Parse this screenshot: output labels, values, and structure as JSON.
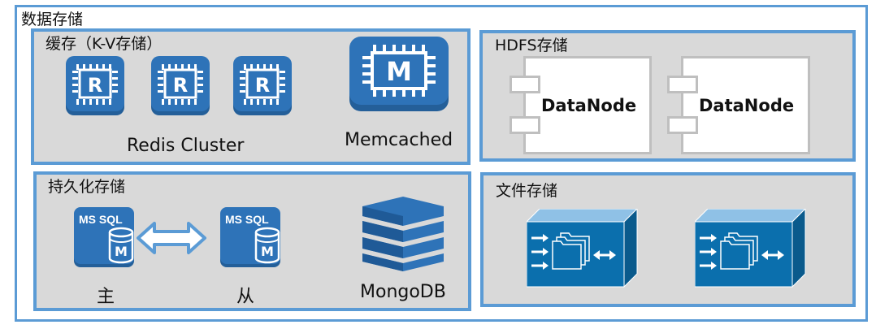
{
  "outer": {
    "title": "数据存储"
  },
  "cache": {
    "title": "缓存（K-V存储）",
    "redis_glyph": "R",
    "redis_label": "Redis Cluster",
    "memcached_glyph": "M",
    "memcached_label": "Memcached"
  },
  "hdfs": {
    "title": "HDFS存储",
    "nodes": [
      {
        "label": "DataNode"
      },
      {
        "label": "DataNode"
      }
    ]
  },
  "persist": {
    "title": "持久化存储",
    "mssql_caption": "MS SQL",
    "mssql_glyph": "M",
    "master_label": "主",
    "slave_label": "从",
    "mongodb_label": "MongoDB"
  },
  "file": {
    "title": "文件存储"
  },
  "colors": {
    "accent": "#5b9bd5",
    "icon_blue": "#2e73b8",
    "panel_bg": "#d9d9d9",
    "file_blue": "#0b6fad"
  },
  "icons": [
    "redis-chip-icon",
    "memcached-chip-icon",
    "datanode-component-icon",
    "ms-sql-database-icon",
    "bidirectional-arrow-icon",
    "mongodb-icon",
    "file-storage-appliance-icon"
  ]
}
